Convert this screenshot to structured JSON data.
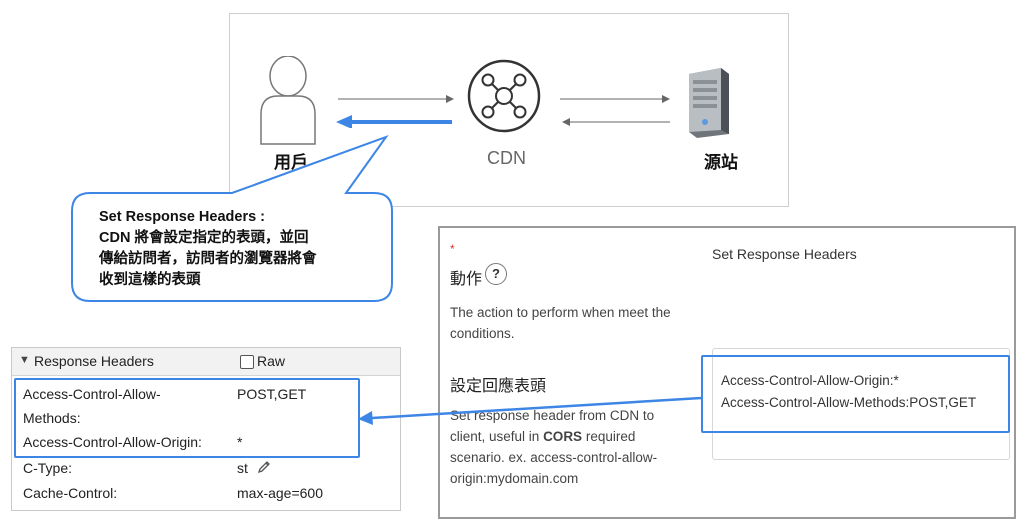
{
  "diagram": {
    "user_label": "用戶",
    "cdn_label": "CDN",
    "origin_label": "源站"
  },
  "callout": {
    "line1": "Set Response Headers :",
    "line2": "CDN 將會設定指定的表頭，並回",
    "line3": "傳給訪問者，訪問者的瀏覽器將會",
    "line4": "收到這樣的表頭"
  },
  "response_headers": {
    "section_title": "Response Headers",
    "raw_label": "Raw",
    "rows": [
      {
        "key": "Access-Control-Allow-",
        "value": "POST,GET"
      },
      {
        "key": "Methods:",
        "value": ""
      },
      {
        "key": "Access-Control-Allow-Origin:",
        "value": "*"
      },
      {
        "key": "C-Type:",
        "value": "st"
      },
      {
        "key": "Cache-Control:",
        "value": "max-age=600"
      }
    ]
  },
  "settings": {
    "required_mark": "*",
    "action_title": "Set Response Headers",
    "action_label": "動作",
    "help_symbol": "?",
    "action_desc_line1": "The action to perform when meet the",
    "action_desc_line2": "conditions.",
    "field_label": "設定回應表頭",
    "field_desc_line1": "Set response header from CDN to",
    "field_desc_line2_a": "client, useful in ",
    "field_desc_line2_b": "CORS",
    "field_desc_line2_c": " required",
    "field_desc_line3": "scenario. ex. access-control-allow-",
    "field_desc_line4": "origin:mydomain.com",
    "field_value_line1": "Access-Control-Allow-Origin:*",
    "field_value_line2": "Access-Control-Allow-Methods:POST,GET"
  },
  "colors": {
    "accent_blue": "#3d86e6",
    "callout_bg": "#ffffff",
    "icon_grey": "#555555"
  }
}
